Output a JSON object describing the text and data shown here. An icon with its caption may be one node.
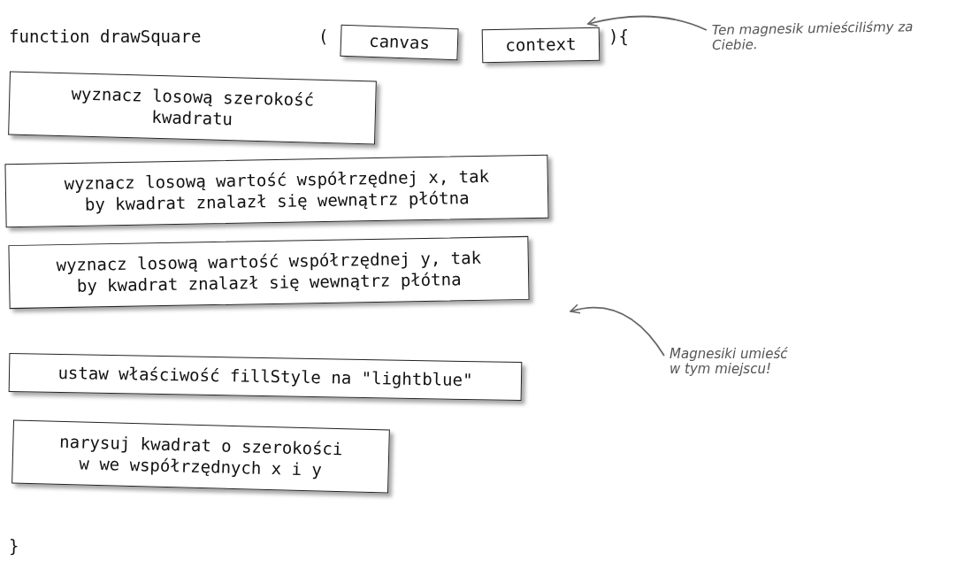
{
  "diagram": {
    "nodes": [
      {
        "text": [
          "canvas"
        ]
      },
      {
        "text": [
          "context"
        ]
      },
      {
        "text": [
          "wyznacz losową szerokość kwadratu"
        ]
      },
      {
        "text": [
          "wyznacz losową wartość współrzędnej x, tak by kwadrat znalazł się wewnątrz płótna"
        ]
      },
      {
        "text": [
          "wyznacz losową wartość współrzędnej y, tak by kwadrat znalazł się wewnątrz płótna"
        ]
      },
      {
        "text": [
          "ustaw właściwość fillStyle na \"lightblue\""
        ]
      },
      {
        "text": [
          "narysuj kwadrat o szerokości w we współrzędnych x i y"
        ]
      },
      {
        "text": [
          "Ten magnesik umieściliśmy za Ciebie."
        ]
      },
      {
        "text": [
          "Magnesiki umieść w tym miejscu!"
        ]
      }
    ],
    "edges": [
      {
        "from": 7,
        "to": 1,
        "arrow": "to"
      },
      {
        "from": 8,
        "to": null,
        "arrow": "to"
      }
    ],
    "labels": [
      "function drawSquare",
      "(",
      "){",
      "}"
    ]
  }
}
